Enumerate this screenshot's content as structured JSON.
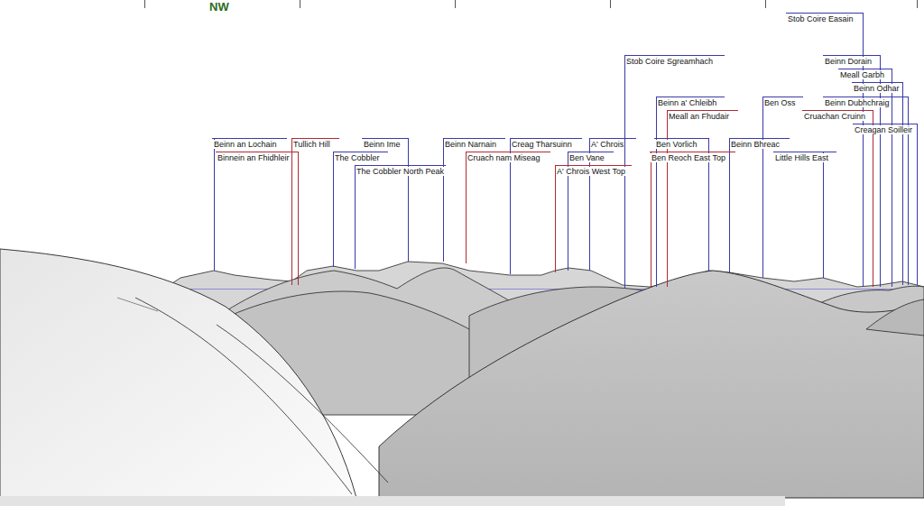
{
  "diagram": {
    "labels": [
      "NW",
      "Stob Coire Easain",
      "Stob Coire Sgreamhach",
      "Beinn Dorain",
      "Meall Garbh",
      "Beinn Odhar",
      "Beinn a' Chleibh",
      "Ben Oss",
      "Beinn Dubhchraig",
      "Meall an Fhudair",
      "Cruachan Cruinn",
      "Creagan Soilleir",
      "Beinn an Lochain",
      "Tullich Hill",
      "Beinn Ime",
      "Beinn Narnain",
      "Creag Tharsuinn",
      "A' Chrois",
      "Ben Vorlich",
      "Beinn Bhreac",
      "Binnein an Fhidhleir",
      "The Cobbler",
      "Cruach nam Miseag",
      "Ben Vane",
      "Ben Reoch East Top",
      "Little Hills East",
      "The Cobbler North Peak",
      "A' Chrois West Top"
    ]
  }
}
